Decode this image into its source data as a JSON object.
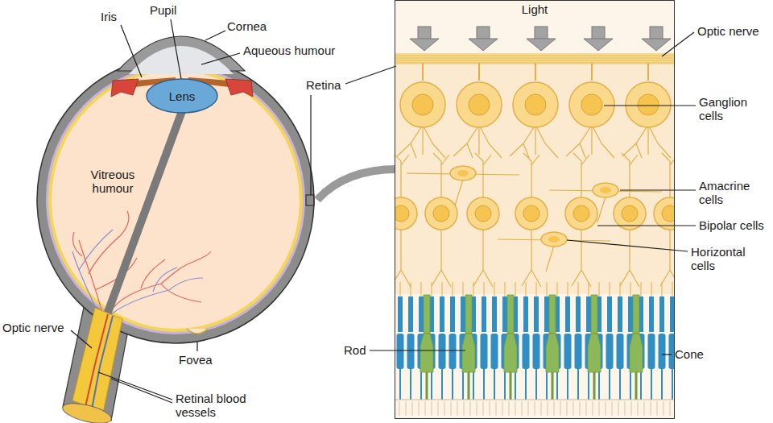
{
  "diagram": {
    "nodes": [
      {
        "text": [
          "Light"
        ]
      },
      {
        "text": [
          "Lens"
        ]
      }
    ],
    "labels": [
      "Iris",
      "Pupil",
      "Cornea",
      "Aqueous humour",
      "Vitreous humour",
      "Retina",
      "Optic nerve",
      "Fovea",
      "Retinal blood vessels",
      "Optic nerve",
      "Ganglion cells",
      "Amacrine cells",
      "Bipolar cells",
      "Horizontal cells",
      "Rod",
      "Cone"
    ]
  }
}
